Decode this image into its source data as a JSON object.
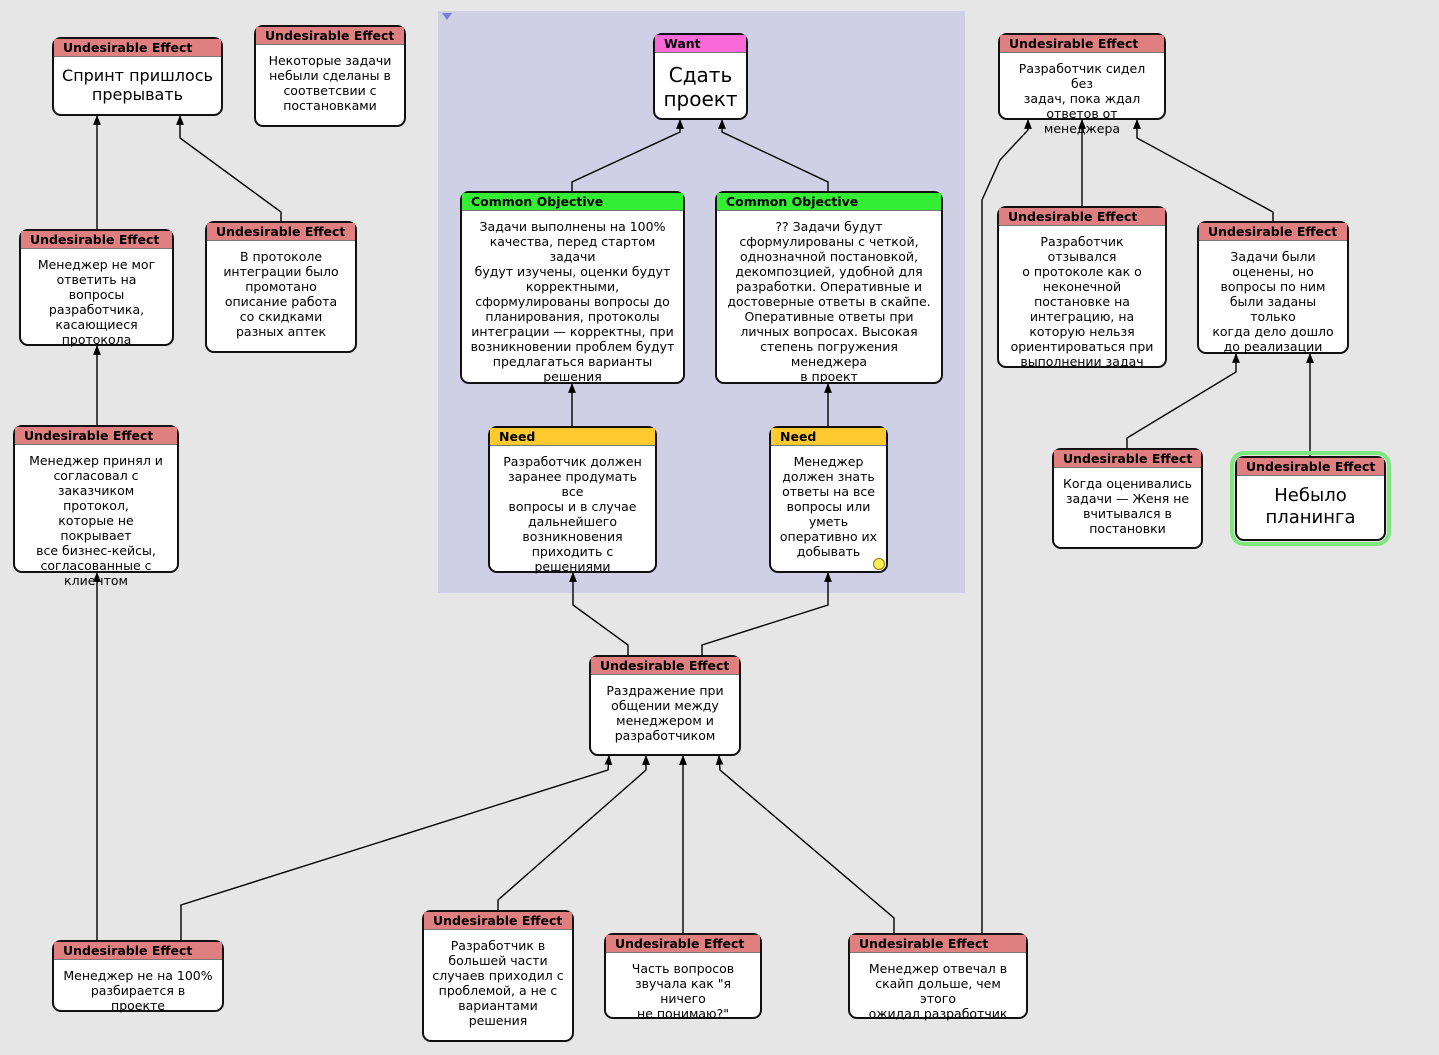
{
  "header_labels": {
    "ue": "Undesirable Effect",
    "co": "Common Objective",
    "need": "Need",
    "want": "Want"
  },
  "nodes": {
    "want": {
      "type": "want",
      "text": "Сдать\nпроект"
    },
    "co1": {
      "type": "co",
      "text": "Задачи выполнены на 100%\nкачества, перед стартом задачи\nбудут изучены, оценки будут\nкорректными,\nсформулированы вопросы до\nпланирования, протоколы\nинтеграции — корректны, при\nвозникновении проблем будут\nпредлагаться варианты\nрешения"
    },
    "co2": {
      "type": "co",
      "text": "?? Задачи будут\nсформулированы с четкой,\nоднозначной постановкой,\nдекомпозцией, удобной для\nразработки. Оперативные и\nдостоверные ответы в скайпе.\nОперативные ответы при\nличных вопросах. Высокая\nстепень погружения менеджера\nв проект"
    },
    "need1": {
      "type": "need",
      "text": "Разработчик должен\nзаранее продумать все\nвопросы и в случае\nдальнейшего\nвозникновения\nприходить с\nрешениями"
    },
    "need2": {
      "type": "need",
      "text": "Менеджер\nдолжен знать\nответы на все\nвопросы или\nуметь\nоперативно их\nдобывать"
    },
    "ue_sprint": {
      "type": "ue",
      "text": "Спринт пришлось\nпрерывать"
    },
    "ue_tasks_spec": {
      "type": "ue",
      "text": "Некоторые задачи\nнебыли сделаны в\nсоответсвии с\nпостановками"
    },
    "ue_mgr_answer": {
      "type": "ue",
      "text": "Менеджер не мог\nответить на вопросы\nразработчика,\nкасающиеся\nпротокола"
    },
    "ue_protocol_missing": {
      "type": "ue",
      "text": "В протоколе\nинтеграции было\nпромотано\nописание работа\nсо скидками\nразных аптек"
    },
    "ue_mgr_agreed": {
      "type": "ue",
      "text": "Менеджер принял и\nсогласовал с\nзаказчиком протокол,\nкоторые не покрывает\nвсе бизнес-кейсы,\nсогласованные с\nклиентом"
    },
    "ue_dev_idle": {
      "type": "ue",
      "text": "Разработчик сидел без\nзадач, пока ждал\nответов от менеджера"
    },
    "ue_dev_feedback": {
      "type": "ue",
      "text": "Разработчик отзывался\nо протоколе как о\nнеконечной\nпостановке на\nинтеграцию, на\nкоторую нельзя\nориентироваться при\nвыполнении задач"
    },
    "ue_estimated": {
      "type": "ue",
      "text": "Задачи были\nоценены, но\nвопросы по ним\nбыли заданы только\nкогда дело дошло\nдо реализации"
    },
    "ue_estimation_read": {
      "type": "ue",
      "text": "Когда оценивались\nзадачи — Женя не\nвчитывался в\nпостановки"
    },
    "ue_no_planning": {
      "type": "ue",
      "text": "Небыло\nпланинга"
    },
    "ue_irritation": {
      "type": "ue",
      "text": "Раздражение при\nобщении между\nменеджером и\nразработчиком"
    },
    "ue_mgr_not100": {
      "type": "ue",
      "text": "Менеджер не на 100%\nразбирается в проекте"
    },
    "ue_dev_problem": {
      "type": "ue",
      "text": "Разработчик в\nбольшей части\nслучаев приходил с\nпроблемой, а не с\nвариантами\nрешения"
    },
    "ue_questions": {
      "type": "ue",
      "text": "Часть вопросов\nзвучала как \"я ничего\nне понимаю?\""
    },
    "ue_mgr_skype": {
      "type": "ue",
      "text": "Менеджер отвечал в\nскайп дольше, чем этого\nожидал разработчик"
    }
  },
  "edges": [
    [
      "co1",
      "want"
    ],
    [
      "co2",
      "want"
    ],
    [
      "need1",
      "co1"
    ],
    [
      "need2",
      "co2"
    ],
    [
      "ue_irritation",
      "need1"
    ],
    [
      "ue_irritation",
      "need2"
    ],
    [
      "ue_mgr_not100",
      "ue_irritation"
    ],
    [
      "ue_dev_problem",
      "ue_irritation"
    ],
    [
      "ue_questions",
      "ue_irritation"
    ],
    [
      "ue_mgr_skype",
      "ue_irritation"
    ],
    [
      "ue_mgr_skype",
      "ue_dev_idle"
    ],
    [
      "ue_mgr_answer",
      "ue_sprint"
    ],
    [
      "ue_protocol_missing",
      "ue_sprint"
    ],
    [
      "ue_mgr_agreed",
      "ue_mgr_answer"
    ],
    [
      "ue_mgr_not100",
      "ue_mgr_agreed"
    ],
    [
      "ue_dev_feedback",
      "ue_dev_idle"
    ],
    [
      "ue_estimated",
      "ue_dev_idle"
    ],
    [
      "ue_estimation_read",
      "ue_estimated"
    ],
    [
      "ue_no_planning",
      "ue_estimated"
    ]
  ],
  "colors": {
    "ue_header": "#e07f7f",
    "co_header": "#33ee33",
    "need_header": "#fec92e",
    "want_header": "#f969d8",
    "group_bg": "#cfcfe6",
    "highlight": "#7de87d"
  }
}
